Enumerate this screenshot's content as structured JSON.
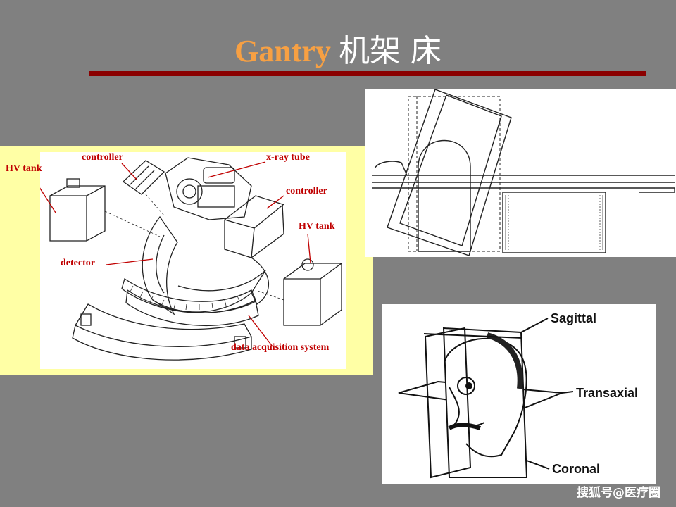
{
  "slide": {
    "title_en": "Gantry",
    "title_zh": "机架 床",
    "accent_color": "#F7A043",
    "rule_color": "#8B0000"
  },
  "gantry_diagram": {
    "labels": {
      "controller_top": "controller",
      "xray_tube": "x-ray tube",
      "hv_tank_left": "HV tank",
      "controller_right": "controller",
      "hv_tank_right": "HV tank",
      "detector": "detector",
      "das": "data acquisition system"
    },
    "label_color": "#C00000"
  },
  "planes_diagram": {
    "labels": {
      "sagittal": "Sagittal",
      "transaxial": "Transaxial",
      "coronal": "Coronal"
    }
  },
  "watermark": "搜狐号@医疗圈"
}
